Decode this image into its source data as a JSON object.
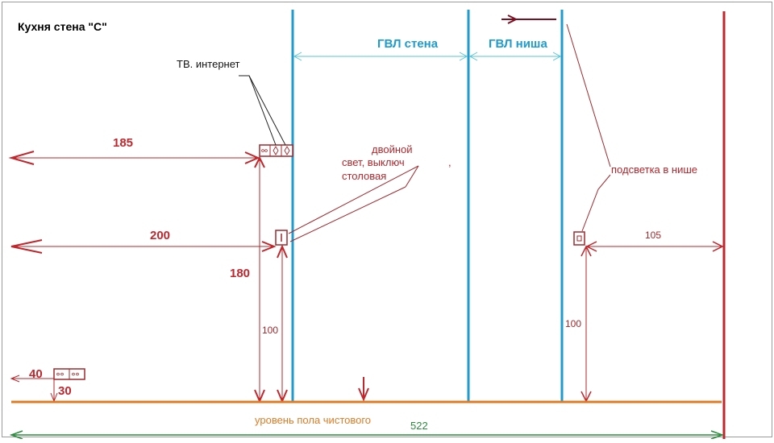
{
  "diagram": {
    "title": "Кухня стена \"С\"",
    "labels": {
      "gvl_wall": "ГВЛ  стена",
      "gvl_niche": "ГВЛ ниша",
      "tv_internet": "ТВ. интернет",
      "dim_185": "185",
      "dim_200": "200",
      "dim_180": "180",
      "dim_100_left": "100",
      "dim_100_right": "100",
      "dim_105": "105",
      "dim_40": "40",
      "dim_30": "30",
      "double_light_1": "двойной",
      "double_light_2": "свет, выключ",
      "double_light_3": "столовая",
      "niche_light": "подсветка в нише",
      "floor_level": "уровень пола чистового",
      "total_width": "522"
    },
    "colors": {
      "wall_blue": "#1e9bd1",
      "dimension_red": "#c0272d",
      "floor_orange": "#e07b25",
      "total_green": "#2b8a3e",
      "frame_gray": "#9a9a9a",
      "gvl_dim_teal": "#55c4d6"
    }
  }
}
